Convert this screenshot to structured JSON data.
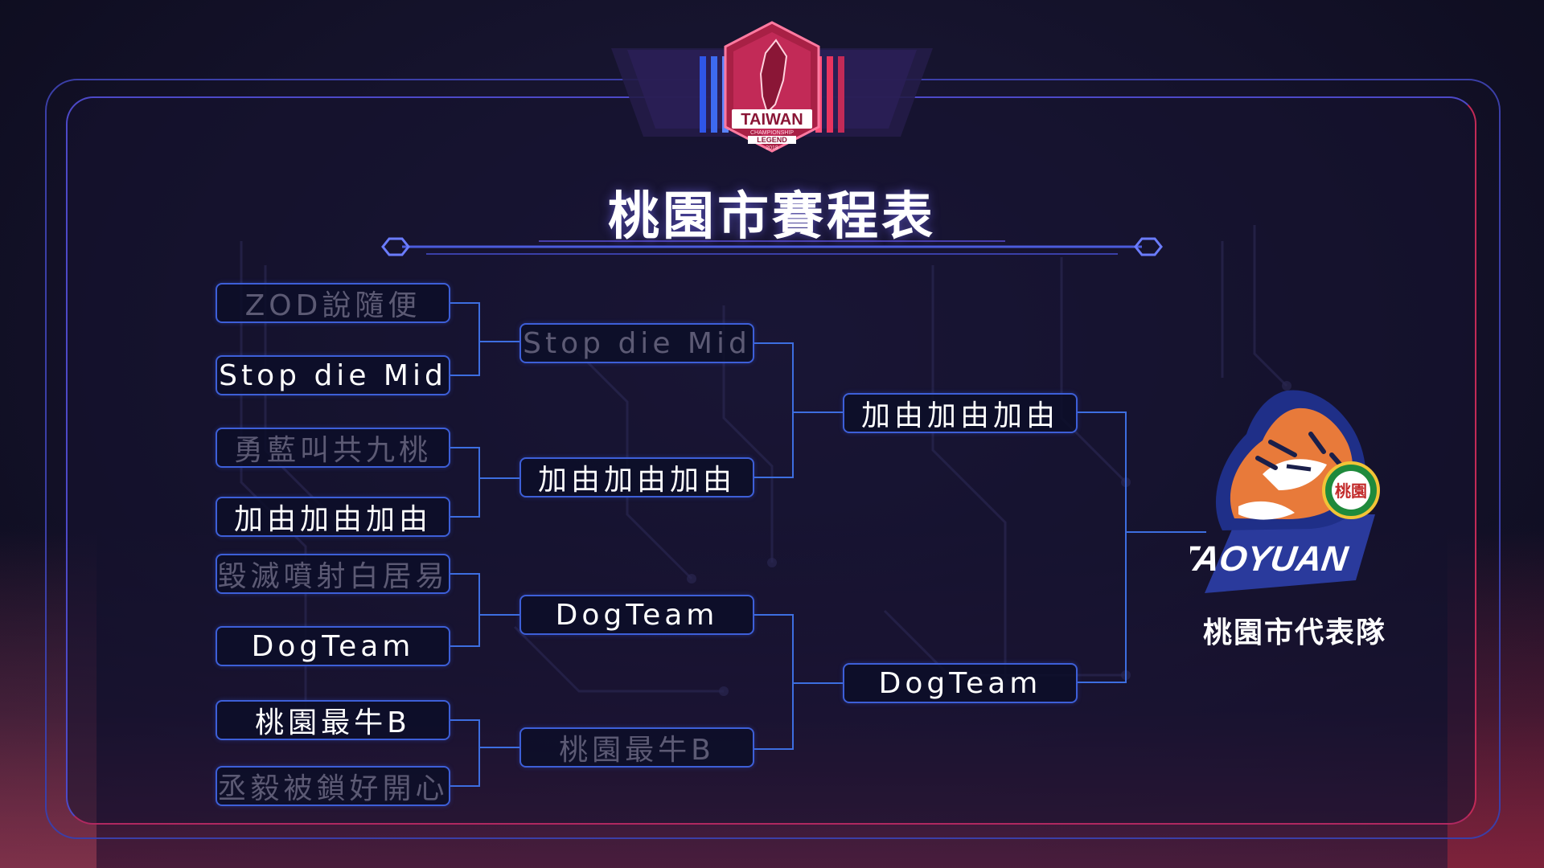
{
  "title": "桃園市賽程表",
  "logo": {
    "name": "TAIWAN",
    "sub1": "CHAMPIONSHIP",
    "sub2": "LEGEND",
    "year": "2018"
  },
  "round1": [
    {
      "name": "ZOD說隨便",
      "result": "loser"
    },
    {
      "name": "Stop die Mid",
      "result": "winner"
    },
    {
      "name": "勇藍叫共九桃",
      "result": "loser"
    },
    {
      "name": "加由加由加由",
      "result": "winner"
    },
    {
      "name": "毀滅噴射白居易",
      "result": "loser"
    },
    {
      "name": "DogTeam",
      "result": "winner"
    },
    {
      "name": "桃園最牛B",
      "result": "winner"
    },
    {
      "name": "丞毅被鎖好開心",
      "result": "loser"
    }
  ],
  "round2": [
    {
      "name": "Stop die Mid",
      "result": "loser"
    },
    {
      "name": "加由加由加由",
      "result": "winner"
    },
    {
      "name": "DogTeam",
      "result": "winner"
    },
    {
      "name": "桃園最牛B",
      "result": "loser"
    }
  ],
  "round3": [
    {
      "name": "加由加由加由",
      "result": "winner"
    },
    {
      "name": "DogTeam",
      "result": "winner"
    }
  ],
  "champion": {
    "emblem_text": "TAOYUAN",
    "badge_text": "桃園",
    "caption": "桃園市代表隊"
  },
  "colors": {
    "box_border": "#3d5fd8",
    "line": "#3d6ee0",
    "winner_text": "#ffffff",
    "loser_text": "#5c5a74",
    "accent_red": "#c22a57",
    "accent_blue": "#2f56e8"
  }
}
